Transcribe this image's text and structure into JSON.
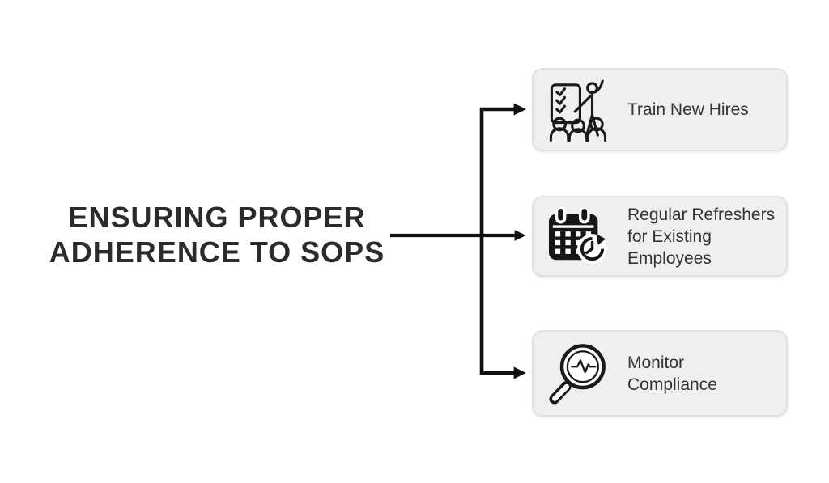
{
  "title": {
    "line1": "ENSURING PROPER",
    "line2": "ADHERENCE TO SOPS"
  },
  "cards": [
    {
      "label": "Train New Hires",
      "icon": "training-presentation-icon"
    },
    {
      "label": "Regular Refreshers\nfor Existing\nEmployees",
      "icon": "calendar-refresh-icon"
    },
    {
      "label": "Monitor Compliance",
      "icon": "magnifier-pulse-icon"
    }
  ],
  "colors": {
    "background": "#ffffff",
    "card_background": "#efefef",
    "card_border": "#e1e1e1",
    "title_text": "#2b2b2b",
    "card_text": "#333333",
    "connector": "#111111",
    "icon": "#1a1a1a"
  }
}
